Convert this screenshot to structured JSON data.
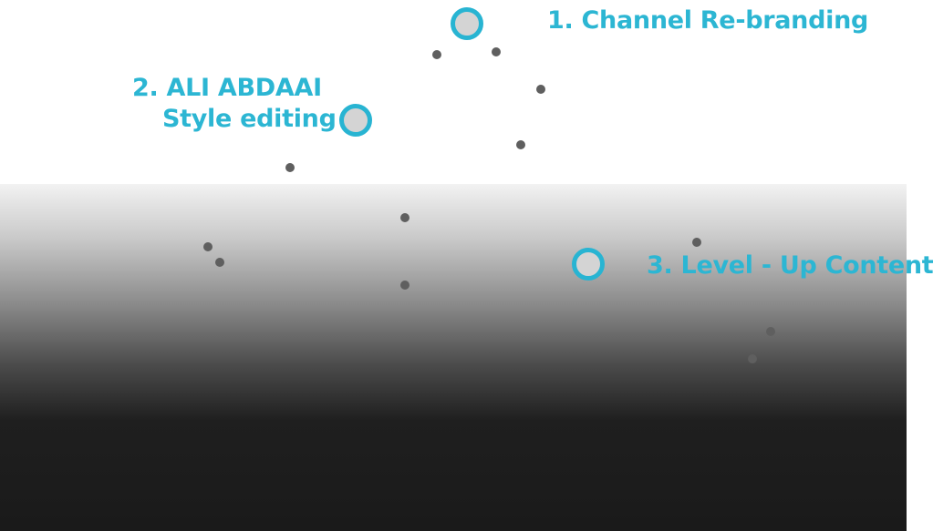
{
  "labels": {
    "item1": "1. Channel Re-branding",
    "item2_line1": "2. ALI ABDAAI",
    "item2_line2": "Style editing",
    "item3": "3. Level - Up Content"
  },
  "colors": {
    "accent": "#28b4d2",
    "node_fill": "#d4d4d4",
    "dot": "#5f5f5f",
    "dark": "#1a1a1a"
  }
}
